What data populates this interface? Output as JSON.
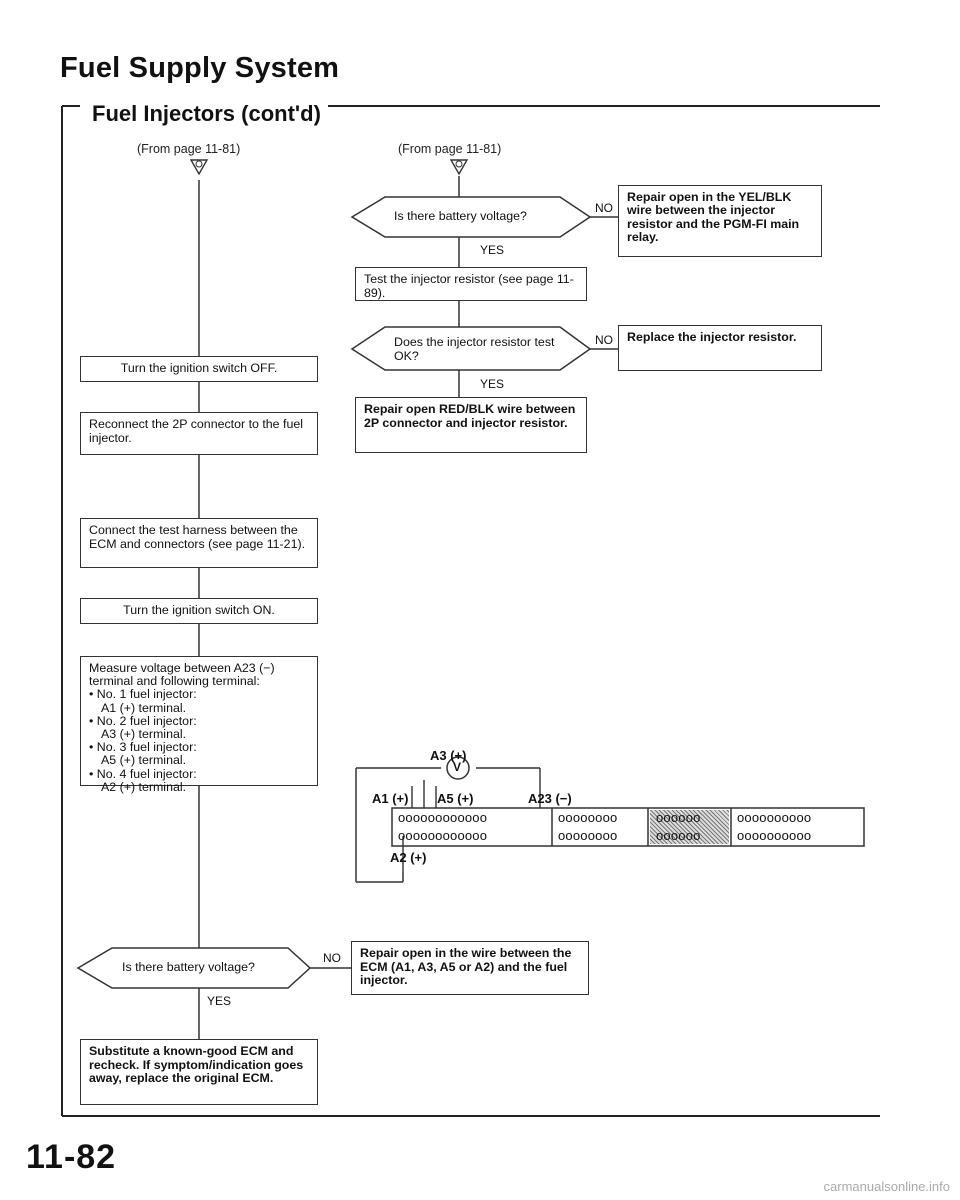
{
  "header": {
    "title": "Fuel Supply System",
    "subtitle": "Fuel Injectors (cont'd)"
  },
  "left_flow": {
    "from": "(From page 11-81)",
    "marker": "A",
    "step1": "Turn the ignition switch OFF.",
    "step2": "Reconnect the 2P connector to the fuel injector.",
    "step3": "Connect the test harness between the ECM and connectors (see page 11-21).",
    "step4": "Turn the ignition switch ON.",
    "step5": {
      "intro": "Measure voltage between A23 (−) terminal and following terminal:",
      "items": [
        "• No. 1 fuel injector:",
        "A1 (+) terminal.",
        "• No. 2 fuel injector:",
        "A3 (+) terminal.",
        "• No. 3 fuel injector:",
        "A5 (+) terminal.",
        "• No. 4 fuel injector:",
        "A2 (+) terminal."
      ]
    },
    "decision": "Is there battery voltage?",
    "no": "NO",
    "yes": "YES",
    "no_result": "Repair open in the wire between the ECM (A1, A3, A5 or A2) and the fuel injector.",
    "yes_result": "Substitute a known-good ECM and recheck. If symptom/indication goes away, replace the original ECM."
  },
  "right_flow": {
    "from": "(From page 11-81)",
    "marker": "B",
    "decision1": "Is there battery voltage?",
    "no1": "NO",
    "no1_result": "Repair open in the YEL/BLK wire between the injector resistor and the PGM-FI main relay.",
    "yes1": "YES",
    "step1": "Test the injector resistor (see page 11-89).",
    "decision2": "Does the injector resistor test OK?",
    "no2": "NO",
    "no2_result": "Replace the injector resistor.",
    "yes2": "YES",
    "yes2_result": "Repair open RED/BLK wire between 2P connector and injector resistor."
  },
  "connector": {
    "pin_a3": "A3 (+)",
    "pin_a1": "A1 (+)",
    "pin_a5": "A5 (+)",
    "pin_a23": "A23 (−)",
    "pin_a2": "A2 (+)",
    "meter": "V",
    "row_seg1": "oooooooooooo",
    "row_seg2": "oooooooo",
    "row_seg3": "oooooo",
    "row_seg4": "oooooooooo"
  },
  "footer": {
    "page_number": "11-82",
    "watermark": "carmanualsonline.info"
  }
}
